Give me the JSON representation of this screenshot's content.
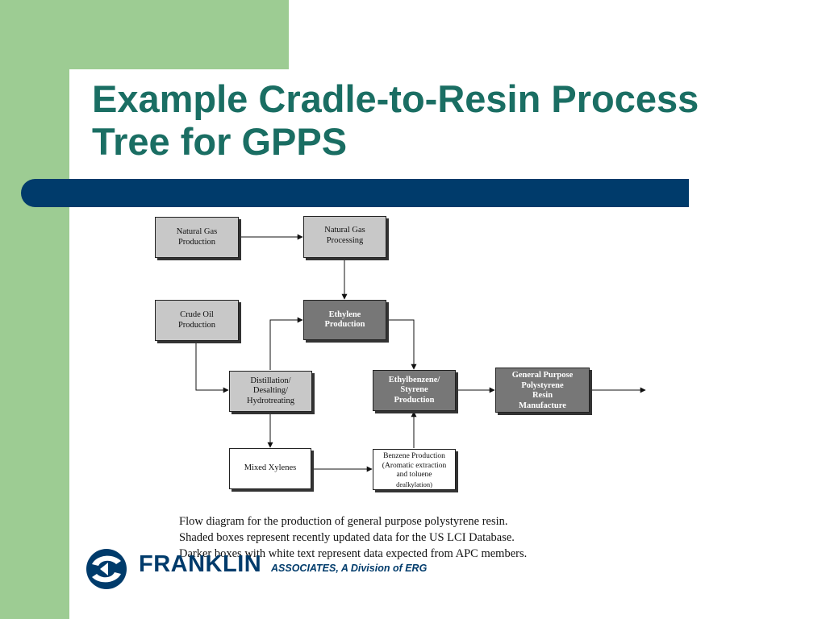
{
  "slide": {
    "title_line1": "Example Cradle-to-Resin Process",
    "title_line2": "Tree for GPPS"
  },
  "diagram": {
    "nodes": {
      "natural_gas_production": {
        "lines": [
          "Natural Gas",
          "Production"
        ],
        "style": "shaded"
      },
      "natural_gas_processing": {
        "lines": [
          "Natural Gas",
          "Processing"
        ],
        "style": "shaded"
      },
      "crude_oil_production": {
        "lines": [
          "Crude Oil",
          "Production"
        ],
        "style": "shaded"
      },
      "ethylene_production": {
        "lines": [
          "Ethylene",
          "Production"
        ],
        "style": "dark"
      },
      "distillation": {
        "lines": [
          "Distillation/",
          "Desalting/",
          "Hydrotreating"
        ],
        "style": "shaded"
      },
      "ethylbenzene_styrene": {
        "lines": [
          "Ethylbenzene/",
          "Styrene",
          "Production"
        ],
        "style": "dark"
      },
      "gpps_resin": {
        "lines": [
          "General Purpose",
          "Polystyrene",
          "Resin",
          "Manufacture"
        ],
        "style": "dark"
      },
      "mixed_xylenes": {
        "lines": [
          "Mixed Xylenes"
        ],
        "style": "plain"
      },
      "benzene_production": {
        "lines": [
          "Benzene Production",
          "(Aromatic extraction",
          "and toluene",
          "dealkylation)"
        ],
        "style": "plain"
      }
    }
  },
  "caption": {
    "line1": "Flow diagram for the production of general purpose polystyrene resin.",
    "line2": "Shaded boxes represent recently updated data for the US LCI Database.",
    "line3": "Darker boxes with white text represent data expected from APC members."
  },
  "logo": {
    "name": "FRANKLIN",
    "tagline": "ASSOCIATES, A Division of ERG",
    "icon": "franklin-swirl-icon"
  },
  "colors": {
    "title": "#1a6e63",
    "accent_green": "#9dcc93",
    "band_navy": "#003b6b",
    "shaded_box": "#c8c8c8",
    "dark_box": "#777777"
  }
}
